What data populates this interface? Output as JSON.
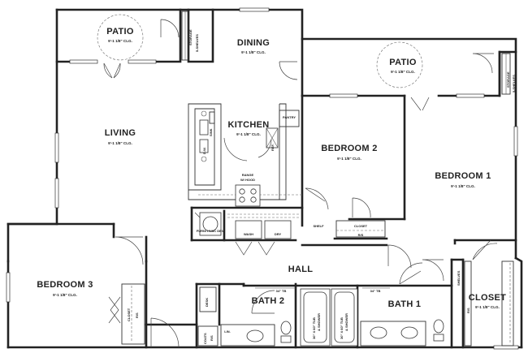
{
  "rooms": {
    "patio_left": {
      "name": "PATIO",
      "ceiling": "9'-1 1/8\" CLG."
    },
    "dining": {
      "name": "DINING",
      "ceiling": "9'-1 1/8\" CLG."
    },
    "patio_right": {
      "name": "PATIO",
      "ceiling": "9'-1 1/8\" CLG."
    },
    "living": {
      "name": "LIVING",
      "ceiling": "9'-1 1/8\" CLG."
    },
    "kitchen": {
      "name": "KITCHEN",
      "ceiling": "9'-1 1/8\" CLG."
    },
    "bedroom2": {
      "name": "BEDROOM 2",
      "ceiling": "9'-1 1/8\" CLG."
    },
    "bedroom1": {
      "name": "BEDROOM 1",
      "ceiling": "9'-1 1/8\" CLG."
    },
    "bedroom3": {
      "name": "BEDROOM 3",
      "ceiling": "9'-1 1/8\" CLG."
    },
    "hall": {
      "name": "HALL"
    },
    "bath2": {
      "name": "BATH 2"
    },
    "bath1": {
      "name": "BATH 1"
    },
    "closet_master": {
      "name": "CLOSET",
      "ceiling": "9'-1 1/8\" CLG."
    }
  },
  "fixtures": {
    "storage_left": "STORAGE",
    "shelves_left": "5-SHELVES",
    "storage_right": "STORAGE",
    "shelves_right": "5-SHELVES",
    "pantry": "PANTRY",
    "range": "RANGE",
    "hood": "W/ HOOD",
    "ref": "REF.",
    "dw": "D.W.",
    "sink": "SINK",
    "furnace": "FURN/ HVAC DEV.",
    "wash": "WASH",
    "dry": "DRY",
    "shelf": "SHELF",
    "closet_b2": "CLOSET",
    "rs_b2": "R/S",
    "closet_b3": "CLOSET",
    "rs_b3": "R/S",
    "desk": "DESK",
    "lin": "LIN.",
    "coats": "COATS",
    "rs_coats": "R/S",
    "tub_tag1": "30\" X 60\" TUB",
    "tub_tag1b": "& SHOWER",
    "tub_tag2": "30\" X 60\" TUB",
    "tub_tag2b": "& SHOWER",
    "shelves_mb": "SHELVES",
    "rs_mb": "R/S",
    "dim_left": "34\" TB",
    "dim_right": "34\" TB"
  }
}
